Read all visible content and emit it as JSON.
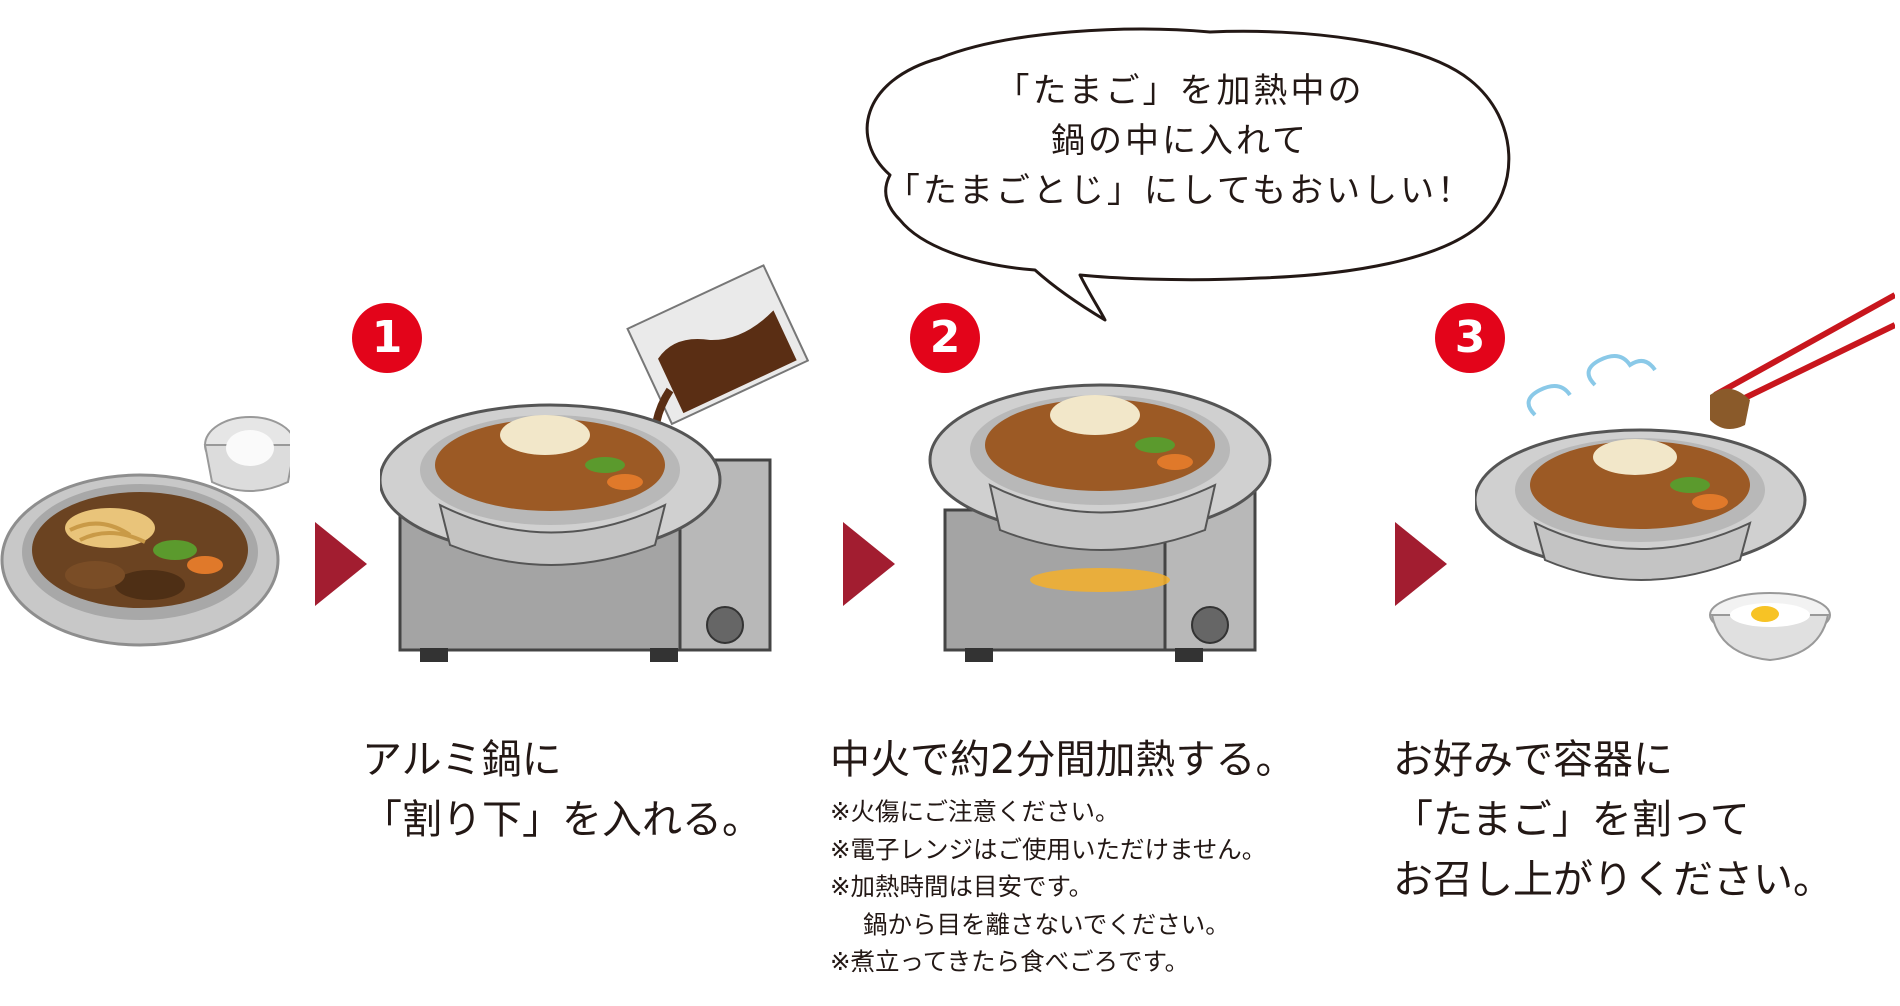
{
  "bubble": {
    "lines": [
      "「たまご」を加熱中の",
      "鍋の中に入れて",
      "「たまごとじ」にしてもおいしい！"
    ]
  },
  "steps": [
    {
      "number": "1",
      "caption": [
        "アルミ鍋に",
        "「割り下」を入れる。"
      ]
    },
    {
      "number": "2",
      "caption": [
        "中火で約2分間加熱する。"
      ],
      "notes": [
        "※火傷にご注意ください。",
        "※電子レンジはご使用いただけません。",
        "※加熱時間は目安です。",
        "鍋から目を離さないでください。",
        "※煮立ってきたら食べごろです。"
      ]
    },
    {
      "number": "3",
      "caption": [
        "お好みで容器に",
        "「たまご」を割って",
        "お召し上がりください。"
      ]
    }
  ],
  "colors": {
    "badge": "#e3041a",
    "arrow": "#a21d30",
    "text": "#231815"
  },
  "illustrations": [
    "udon-tray-with-egg-cup-icon",
    "pour-sauce-on-stove-icon",
    "heating-pot-on-stove-icon",
    "egg-over-pot-icon"
  ]
}
